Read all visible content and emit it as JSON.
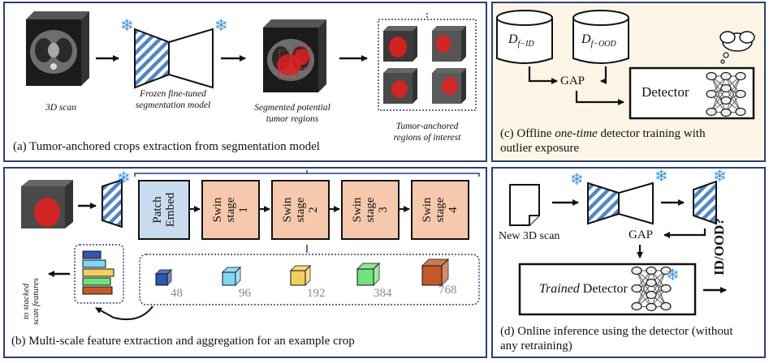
{
  "panel_a": {
    "caption": "(a) Tumor-anchored crops extraction from segmentation model",
    "scan_label": "3D scan",
    "model_label_1": "Frozen fine-tuned",
    "model_label_2": "segmentation model",
    "seg_label_1": "Segmented potential",
    "seg_label_2": "tumor regions",
    "roi_label_1": "Tumor-anchored",
    "roi_label_2": "regions of interest"
  },
  "panel_b": {
    "caption": "(b) Multi-scale feature extraction and aggregation for an example crop",
    "patch_embed": "Patch\nEmbed",
    "stages": [
      "Swin\nstage\n1",
      "Swin\nstage\n2",
      "Swin\nstage\n3",
      "Swin\nstage\n4"
    ],
    "feature_dims": [
      "48",
      "96",
      "192",
      "384",
      "768"
    ],
    "feature_colors": [
      "#2f56b0",
      "#7fd7f2",
      "#f2d060",
      "#73e07a",
      "#c2592a"
    ],
    "stack_label_1": "to stacked",
    "stack_label_2": "scan features"
  },
  "panel_c": {
    "caption_1_pre": "(c) Offline ",
    "caption_1_em": "one-time",
    "caption_1_post": " detector training with",
    "caption_2": "outlier exposure",
    "db_id": "D",
    "db_id_sub": "f−ID",
    "db_ood": "D",
    "db_ood_sub": "f−OOD",
    "gap": "GAP",
    "detector": "Detector"
  },
  "panel_d": {
    "caption_1": "(d) Online inference using the detector (without",
    "caption_2": "any retraining)",
    "scan_label": "New 3D scan",
    "gap": "GAP",
    "detector_em": "Trained",
    "detector": " Detector",
    "result": "ID/OOD?"
  },
  "colors": {
    "border": "#2d3f78",
    "panel_c_bg": "#fdf6e6",
    "stage_fill": "#f7c9ac",
    "patch_fill": "#c9dcef",
    "hatch_blue": "#4f86c6",
    "snow": "#3d95e6"
  }
}
